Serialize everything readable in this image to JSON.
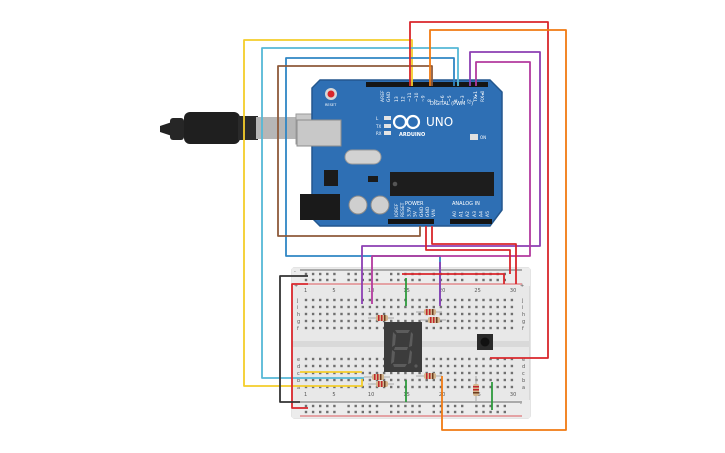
{
  "board": {
    "model": "UNO",
    "brand": "ARDUINO",
    "digital_header": "DIGITAL (PWM ~)",
    "analog_header": "ANALOG IN",
    "power_header": "POWER",
    "aref": "AREF",
    "gnd": "GND",
    "digital_pins": [
      "13",
      "12",
      "~11",
      "~10",
      "~9",
      "8",
      "7",
      "~6",
      "~5",
      "4",
      "~3",
      "2",
      "TX▸1",
      "RX◂0"
    ],
    "power_pins": [
      "IOREF",
      "RESET",
      "3.3V",
      "5V",
      "GND",
      "GND",
      "VIN"
    ],
    "analog_pins": [
      "A0",
      "A1",
      "A2",
      "A3",
      "A4",
      "A5"
    ],
    "leds": [
      "L",
      "TX",
      "RX"
    ],
    "on_label": "ON",
    "reset_label": "RESET"
  },
  "breadboard": {
    "col_numbers": [
      "1",
      "5",
      "10",
      "15",
      "20",
      "25",
      "30"
    ],
    "row_letters_top": [
      "j",
      "i",
      "h",
      "g",
      "f"
    ],
    "row_letters_bottom": [
      "e",
      "d",
      "c",
      "b",
      "a"
    ],
    "plus": "+",
    "minus": "-"
  },
  "colors": {
    "board": "#2e6fb4",
    "breadboard": "#e8e8e8",
    "wire_red": "#d9262b",
    "wire_orange": "#f07a12",
    "wire_yellow": "#f4cd2a",
    "wire_cyan": "#55b8d6",
    "wire_blue": "#2f86c4",
    "wire_purple": "#8c3fb3",
    "wire_magenta": "#b23a9e",
    "wire_brown": "#8e5a3a",
    "wire_black": "#333333",
    "wire_green": "#2c9a3c"
  }
}
